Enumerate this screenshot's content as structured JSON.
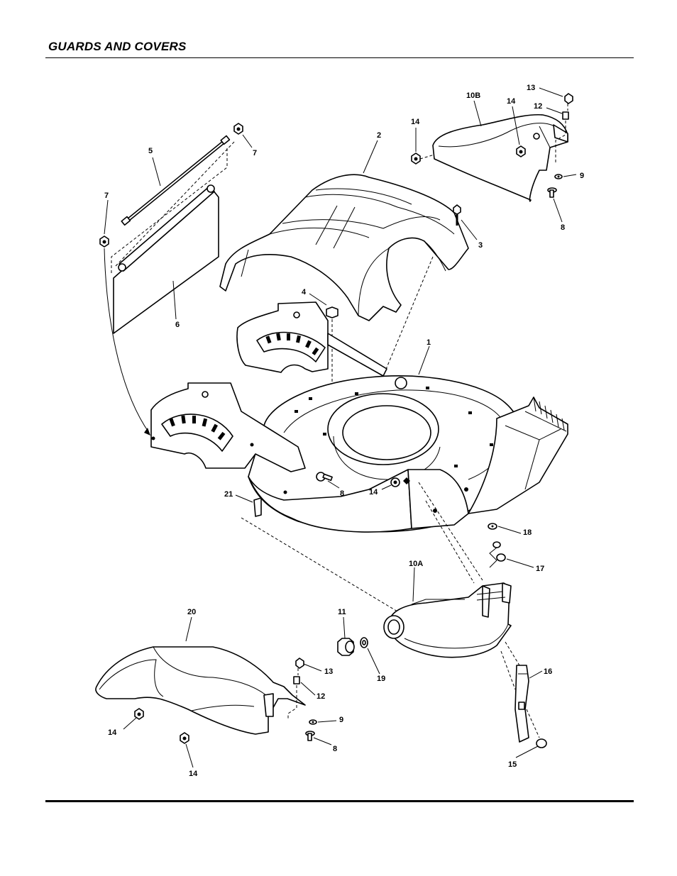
{
  "header": {
    "title": "GUARDS AND COVERS"
  },
  "callouts": {
    "c1": "1",
    "c2": "2",
    "c3": "3",
    "c4": "4",
    "c5": "5",
    "c6": "6",
    "c7a": "7",
    "c7b": "7",
    "c8a": "8",
    "c8b": "8",
    "c8c": "8",
    "c9a": "9",
    "c9b": "9",
    "c10a": "10A",
    "c10b": "10B",
    "c11": "11",
    "c12a": "12",
    "c12b": "12",
    "c13a": "13",
    "c13b": "13",
    "c14a": "14",
    "c14b": "14",
    "c14c": "14",
    "c14d": "14",
    "c14e": "14",
    "c15": "15",
    "c16": "16",
    "c17": "17",
    "c18": "18",
    "c19": "19",
    "c20": "20",
    "c21": "21"
  }
}
